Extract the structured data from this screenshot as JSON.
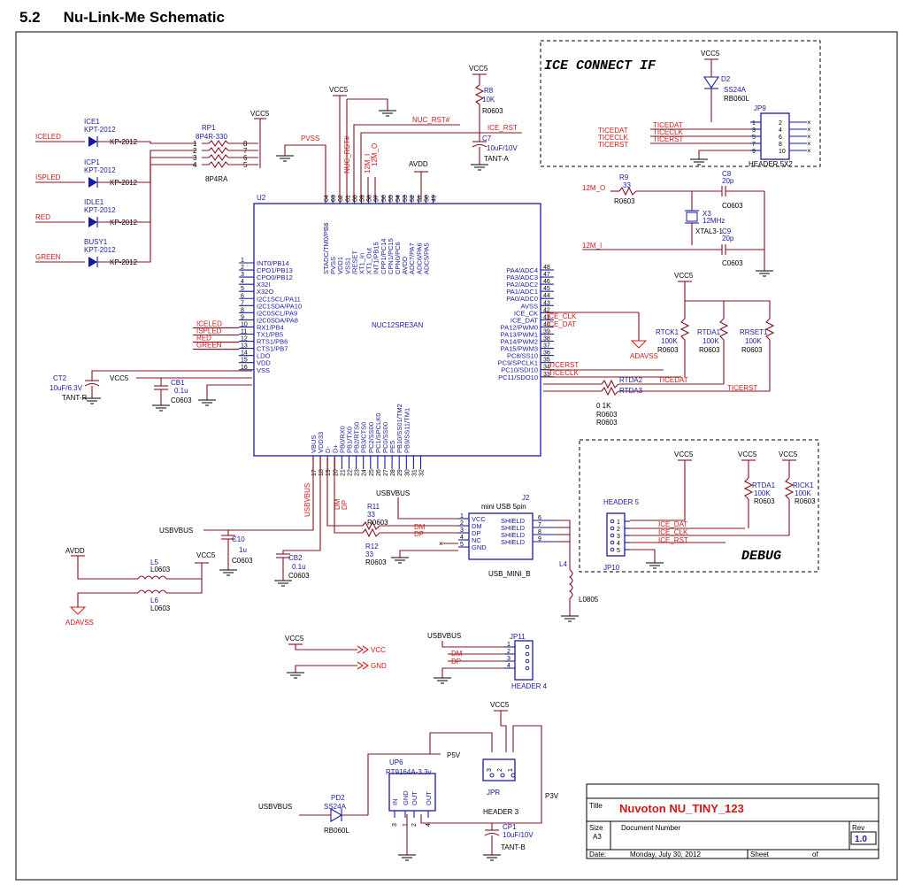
{
  "header": {
    "section": "5.2",
    "title": "Nu-Link-Me Schematic"
  },
  "boxes": {
    "ice": "ICE CONNECT IF",
    "debug": "DEBUG"
  },
  "leds": [
    {
      "ref": "ICE1",
      "part": "KPT-2012",
      "net": "ICELED",
      "pin_label": "KP-2012"
    },
    {
      "ref": "ICP1",
      "part": "KPT-2012",
      "net": "ISPLED",
      "pin_label": "KP-2012"
    },
    {
      "ref": "IDLE1",
      "part": "KPT-2012",
      "net": "RED",
      "pin_label": "KP-2012"
    },
    {
      "ref": "BUSY1",
      "part": "KPT-2012",
      "net": "GREEN",
      "pin_label": "KP-2012"
    }
  ],
  "rp1": {
    "ref": "RP1",
    "value": "8P4R-330",
    "pkg": "8P4RA",
    "pins": [
      "1",
      "2",
      "3",
      "4",
      "5",
      "6",
      "7",
      "8"
    ]
  },
  "power": {
    "vcc5": "VCC5",
    "avdd": "AVDD",
    "pvss": "PVSS",
    "adavss": "ADAVSS",
    "usbvbus": "USBVBUS",
    "p5v": "P5V",
    "p3v": "P3V",
    "vcc": "VCC",
    "gnd": "GND"
  },
  "r8": {
    "ref": "R8",
    "value": "10K",
    "pkg": "R0603"
  },
  "c7": {
    "ref": "C7",
    "value": "10uF/10V",
    "pkg": "TANT-A"
  },
  "nets": {
    "nuc_rst": "NUC_RST#",
    "ice_rst": "ICE_RST",
    "m12o": "12M_O",
    "m12i": "12M_I",
    "ice_clk": "ICE_CLK",
    "ice_dat": "ICE_DAT",
    "ticerst": "TICERST",
    "ticeclk": "TICECLK",
    "ticedat": "TICEDAT",
    "dm": "DM",
    "dp": "DP",
    "ice_dat2": "ICE_DAT",
    "ice_clk2": "ICE_CLK",
    "ice_rst2": "ICE_RST"
  },
  "u2": {
    "ref": "U2",
    "part": "NUC12SRE3AN",
    "top_pins": [
      "64",
      "63",
      "62",
      "61",
      "60",
      "59",
      "58",
      "57",
      "56",
      "55",
      "54",
      "53",
      "52",
      "51",
      "50",
      "49"
    ],
    "top_names": [
      "STADC/TM0/PB8",
      "PVSS",
      "VDD1",
      "VSS1",
      "/RESET",
      "XT1_In",
      "XT1_Out",
      "INT1/PB15",
      "CPP1/PC14",
      "CPN1/PC15",
      "CPN0/PC6",
      "AVDD",
      "ADC7/PA7",
      "ADC6/PA6",
      "ADC5/PA5",
      ""
    ],
    "left_pins": [
      "1",
      "2",
      "3",
      "4",
      "5",
      "6",
      "7",
      "8",
      "9",
      "10",
      "11",
      "12",
      "13",
      "14",
      "15",
      "16"
    ],
    "left_names": [
      "INT0/PB14",
      "CPO1/PB13",
      "CPO0/PB12",
      "X32I",
      "X32O",
      "I2C1SCL/PA11",
      "I2C1SDA/PA10",
      "I2C0SCL/PA9",
      "I2C0SDA/PA8",
      "RX1/PB4",
      "TX1/PB5",
      "RTS1/PB6",
      "CTS1/PB7",
      "LDO",
      "VDD",
      "VSS"
    ],
    "right_pins": [
      "48",
      "47",
      "46",
      "45",
      "44",
      "43",
      "42",
      "41",
      "40",
      "39",
      "38",
      "37",
      "36",
      "35",
      "34",
      "33"
    ],
    "right_names": [
      "PA4/ADC4",
      "PA3/ADC3",
      "PA2/ADC2",
      "PA1/ADC1",
      "PA0/ADC0",
      "AVSS",
      "ICE_CK",
      "ICE_DAT",
      "PA12/PWM0",
      "PA13/PWM1",
      "PA14/PWM2",
      "PA15/PWM3",
      "PC8/SS10",
      "PC9/SPCLK1",
      "PC10/SDI10",
      "PC11/SDO10"
    ],
    "bottom_pins": [
      "17",
      "18",
      "19",
      "20",
      "21",
      "22",
      "23",
      "24",
      "25",
      "26",
      "27",
      "28",
      "29",
      "30",
      "31",
      "32"
    ],
    "bottom_names": [
      "VBUS",
      "VDD33",
      "D-",
      "D+",
      "PB0/RX0",
      "PB1/TX0",
      "PB2/RTS0",
      "PB3/CTS0",
      "PC2/SS00",
      "PC1/SPCLK0",
      "PC0/SS00",
      "PE5",
      "PB10/SS01/TM2",
      "PB9/SS11/TM1",
      "",
      ""
    ]
  },
  "left_nets": [
    "ICELED",
    "ISPLED",
    "RED",
    "GREEN"
  ],
  "ct2": {
    "ref": "CT2",
    "value": "10uF/6.3V",
    "pkg": "TANT-R"
  },
  "cb1": {
    "ref": "CB1",
    "value": "0.1u",
    "pkg": "C0603"
  },
  "r9": {
    "ref": "R9",
    "value": "33",
    "pkg": "R0603"
  },
  "c8": {
    "ref": "C8",
    "value": "20p",
    "pkg": "C0603"
  },
  "c9": {
    "ref": "C9",
    "value": "20p",
    "pkg": "C0603"
  },
  "x3": {
    "ref": "X3",
    "value": "12MHz",
    "pkg": "XTAL3-1"
  },
  "d2": {
    "ref": "D2",
    "value": "SS24A",
    "pkg": "RB060L"
  },
  "jp9": {
    "ref": "JP9",
    "part": "HEADER 5X2",
    "pins": [
      "1",
      "2",
      "3",
      "4",
      "5",
      "6",
      "7",
      "8",
      "9",
      "10"
    ]
  },
  "rtck1": {
    "ref": "RTCK1",
    "value": "100K",
    "pkg": "R0603"
  },
  "rtda1": {
    "ref": "RTDA1",
    "value": "100K",
    "pkg": "R0603"
  },
  "rrset1": {
    "ref": "RRSET1",
    "value": "100K",
    "pkg": "R0603"
  },
  "rtda2": {
    "ref": "RTDA2",
    "value": "0 1K",
    "pkg1": "R0603",
    "pkg2": "R0603"
  },
  "rtda3": {
    "ref": "RTDA3"
  },
  "r11": {
    "ref": "R11",
    "value": "33",
    "pkg": "R0603"
  },
  "r12": {
    "ref": "R12",
    "value": "33",
    "pkg": "R0603"
  },
  "c10": {
    "ref": "C10",
    "value": "1u",
    "pkg": "C0603"
  },
  "cb2": {
    "ref": "CB2",
    "value": "0.1u",
    "pkg": "C0603"
  },
  "l5": {
    "ref": "L5",
    "pkg": "L0603"
  },
  "l6": {
    "ref": "L6",
    "pkg": "L0603"
  },
  "l4": {
    "ref": "L4",
    "pkg": "L0805"
  },
  "j2": {
    "ref": "J2",
    "part": "mini USB 5pin",
    "sub": "USB_MINI_B",
    "pins": [
      "1",
      "2",
      "3",
      "4",
      "5",
      "6",
      "7",
      "8",
      "9"
    ],
    "names": [
      "VCC",
      "DM",
      "DP",
      "NC",
      "GND"
    ],
    "shield": "SHIELD"
  },
  "jp10": {
    "ref": "JP10",
    "part": "HEADER 5",
    "pins": [
      "1",
      "2",
      "3",
      "4",
      "5"
    ]
  },
  "rtda1b": {
    "ref": "RTDA1",
    "value": "100K",
    "pkg": "R0603"
  },
  "rick1": {
    "ref": "RICK1",
    "value": "100K",
    "pkg": "R0603"
  },
  "jp11": {
    "ref": "JP11",
    "part": "HEADER 4",
    "pins": [
      "1",
      "2",
      "3",
      "4"
    ]
  },
  "up6": {
    "ref": "UP6",
    "part": "RT9164A-3.3v",
    "pins": [
      "IN",
      "GND",
      "OUT",
      "OUT"
    ],
    "pin_nums": [
      "3",
      "1",
      "2",
      "4"
    ]
  },
  "pd2": {
    "ref": "PD2",
    "value": "SS24A",
    "pkg": "RB060L"
  },
  "jpr": {
    "ref": "JPR",
    "part": "HEADER 3",
    "pins": [
      "3",
      "2",
      "1"
    ]
  },
  "cp1": {
    "ref": "CP1",
    "value": "10uF/10V",
    "pkg": "TANT-B"
  },
  "titleblock": {
    "title_label": "Title",
    "title": "Nuvoton NU_TINY_123",
    "size_label": "Size",
    "size": "A3",
    "docnum_label": "Document Number",
    "rev_label": "Rev",
    "rev": "1.0",
    "date_label": "Date:",
    "date": "Monday, July 30, 2012",
    "sheet_label": "Sheet",
    "of_label": "of"
  }
}
